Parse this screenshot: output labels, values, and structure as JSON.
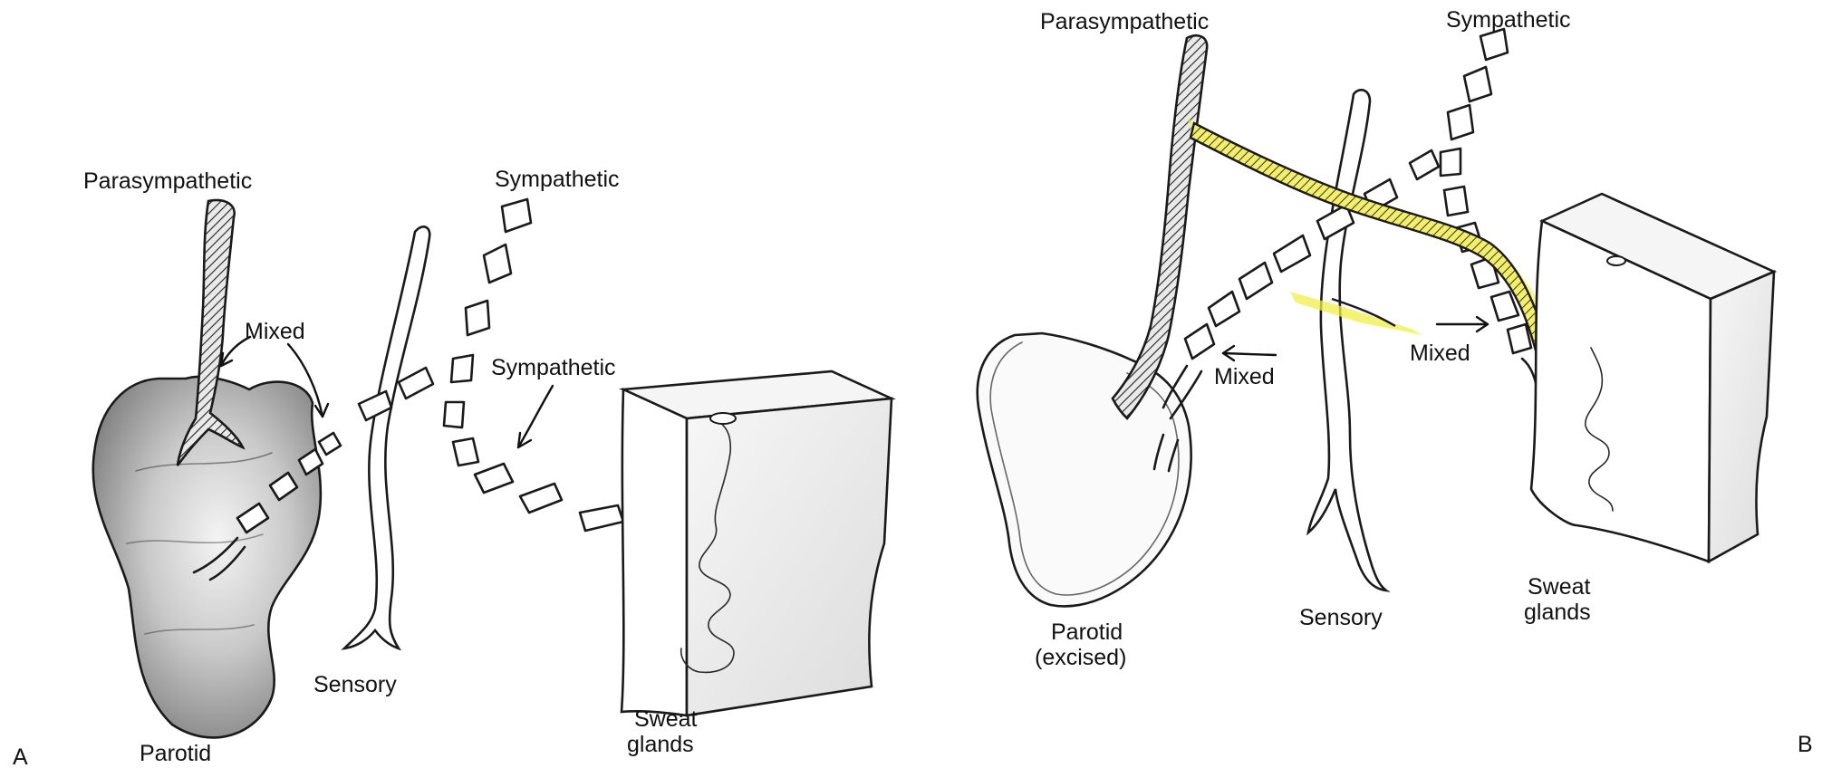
{
  "panels": {
    "a": {
      "letter": "A",
      "parasympathetic": "Parasympathetic",
      "sympathetic_top": "Sympathetic",
      "sympathetic_mid": "Sympathetic",
      "mixed": "Mixed",
      "sensory": "Sensory",
      "parotid": "Parotid",
      "sweat_line1": "Sweat",
      "sweat_line2": "glands"
    },
    "b": {
      "letter": "B",
      "parasympathetic": "Parasympathetic",
      "sympathetic": "Sympathetic",
      "mixed_left": "Mixed",
      "mixed_right": "Mixed",
      "sensory": "Sensory",
      "parotid_line1": "Parotid",
      "parotid_line2": "(excised)",
      "sweat_line1": "Sweat",
      "sweat_line2": "glands"
    }
  },
  "colors": {
    "line": "#1a1a1a",
    "gland_shade": "#9a9a9a",
    "highlight": "#f2ef4a"
  }
}
